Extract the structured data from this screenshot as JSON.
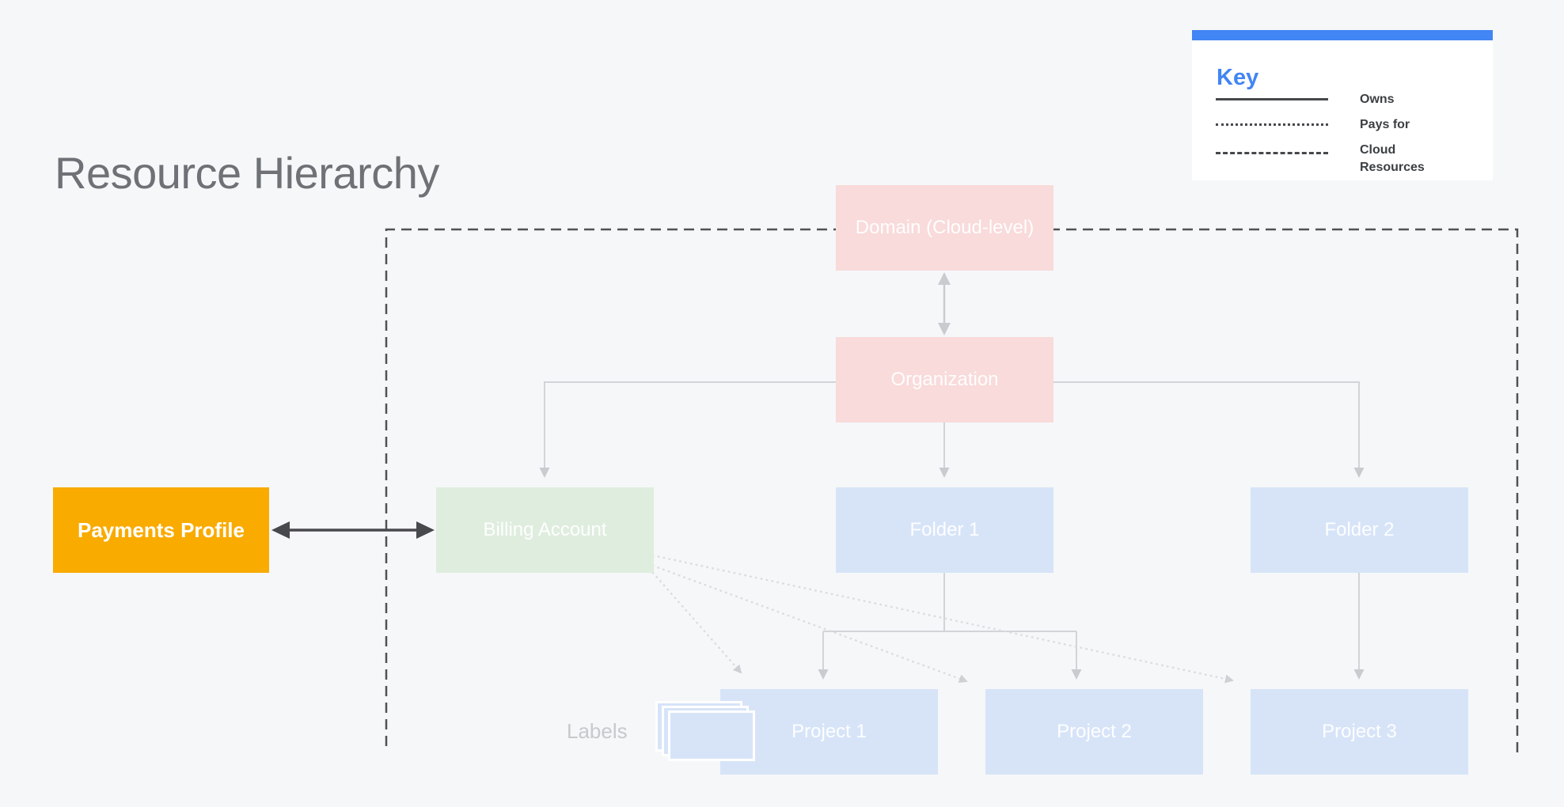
{
  "page": {
    "title": "Resource Hierarchy"
  },
  "legend": {
    "title": "Key",
    "items": [
      {
        "style": "solid",
        "label": "Owns"
      },
      {
        "style": "dotted",
        "label": "Pays for"
      },
      {
        "style": "dashed",
        "label": "Cloud Resources"
      }
    ]
  },
  "nodes": {
    "domain": {
      "label": "Domain (Cloud-level)",
      "color": "#F8DBDA"
    },
    "organization": {
      "label": "Organization",
      "color": "#F8DBDA"
    },
    "billing": {
      "label": "Billing Account",
      "color": "#DFEDDF"
    },
    "folder1": {
      "label": "Folder 1",
      "color": "#D7E4F8"
    },
    "folder2": {
      "label": "Folder 2",
      "color": "#D7E4F8"
    },
    "project1": {
      "label": "Project 1",
      "color": "#D7E4F8"
    },
    "project2": {
      "label": "Project 2",
      "color": "#D7E4F8"
    },
    "project3": {
      "label": "Project 3",
      "color": "#D7E4F8"
    },
    "payments": {
      "label": "Payments Profile",
      "color": "#F9AB00"
    }
  },
  "annotations": {
    "labels": "Labels"
  },
  "relationships": {
    "owns": [
      "Organization→Billing Account",
      "Organization→Folder 1",
      "Organization→Folder 2",
      "Folder 1→Project 1",
      "Folder 1→Project 2",
      "Folder 2→Project 3",
      "Domain↔Organization",
      "Payments Profile↔Billing Account"
    ],
    "pays_for": [
      "Billing Account→Project 1",
      "Billing Account→Project 2",
      "Billing Account→Project 3"
    ]
  },
  "colors": {
    "background": "#F6F7F9",
    "pink": "#F8DBDA",
    "green": "#DFEDDF",
    "blue": "#D7E4F8",
    "yellow": "#F9AB00",
    "legend_accent": "#4285F4",
    "connector_gray": "#D2D4D8",
    "arrowhead_gray": "#C9CBD0",
    "connector_dark": "#48494C",
    "boundary_dash": "#505255",
    "dotted_line": "#DADCDF",
    "title_text": "#6E7175"
  }
}
